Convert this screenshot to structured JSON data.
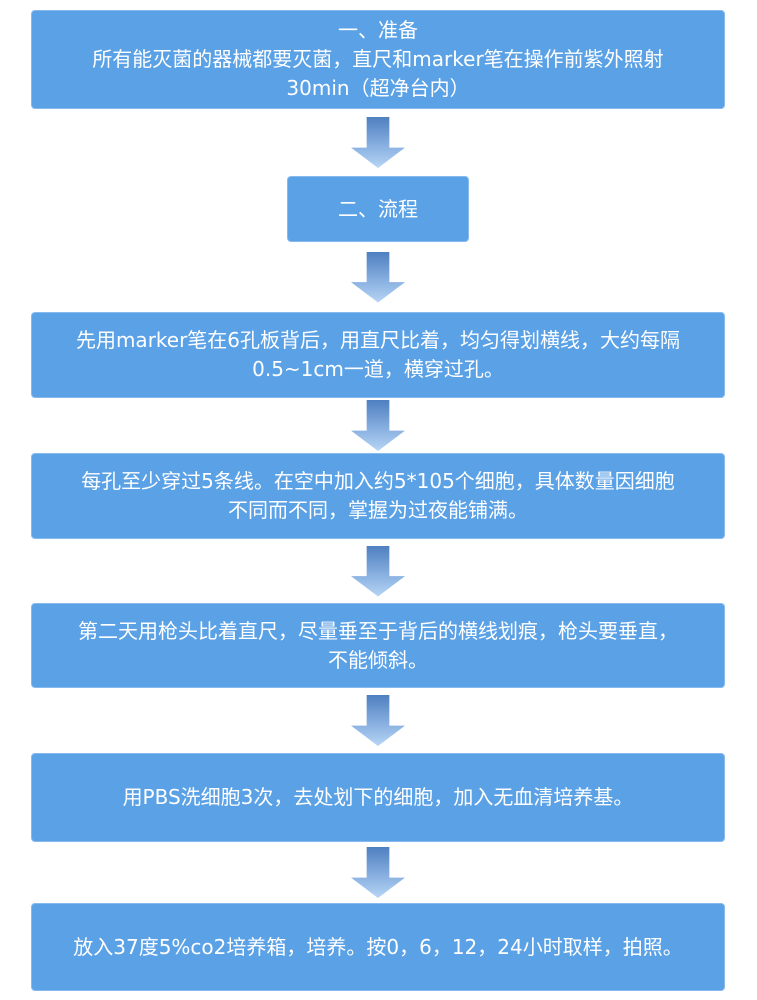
{
  "page": {
    "background": "#ffffff"
  },
  "flowchart": {
    "colors": {
      "box_fill": "#5ba1e6",
      "box_border": "#86baee",
      "text": "#ffffff",
      "arrow_top": "#4e7fc0",
      "arrow_bottom": "#b7d5f5"
    },
    "steps": [
      {
        "name": "preparation-header",
        "label": "一、准备\n所有能灭菌的器械都要灭菌，直尺和marker笔在操作前紫外照射\n30min（超净台内）"
      },
      {
        "name": "process-header",
        "label": "二、流程"
      },
      {
        "name": "draw-lines",
        "label": "先用marker笔在6孔板背后，用直尺比着，均匀得划横线，大约每隔\n0.5~1cm一道，横穿过孔。"
      },
      {
        "name": "seed-cells",
        "label": "每孔至少穿过5条线。在空中加入约5*105个细胞，具体数量因细胞\n不同而不同，掌握为过夜能铺满。"
      },
      {
        "name": "scratch",
        "label": "第二天用枪头比着直尺，尽量垂至于背后的横线划痕，枪头要垂直，\n不能倾斜。"
      },
      {
        "name": "wash-pbs",
        "label": "用PBS洗细胞3次，去处划下的细胞，加入无血清培养基。"
      },
      {
        "name": "incubate-sample",
        "label": "放入37度5%co2培养箱，培养。按0，6，12，24小时取样，拍照。"
      }
    ]
  }
}
